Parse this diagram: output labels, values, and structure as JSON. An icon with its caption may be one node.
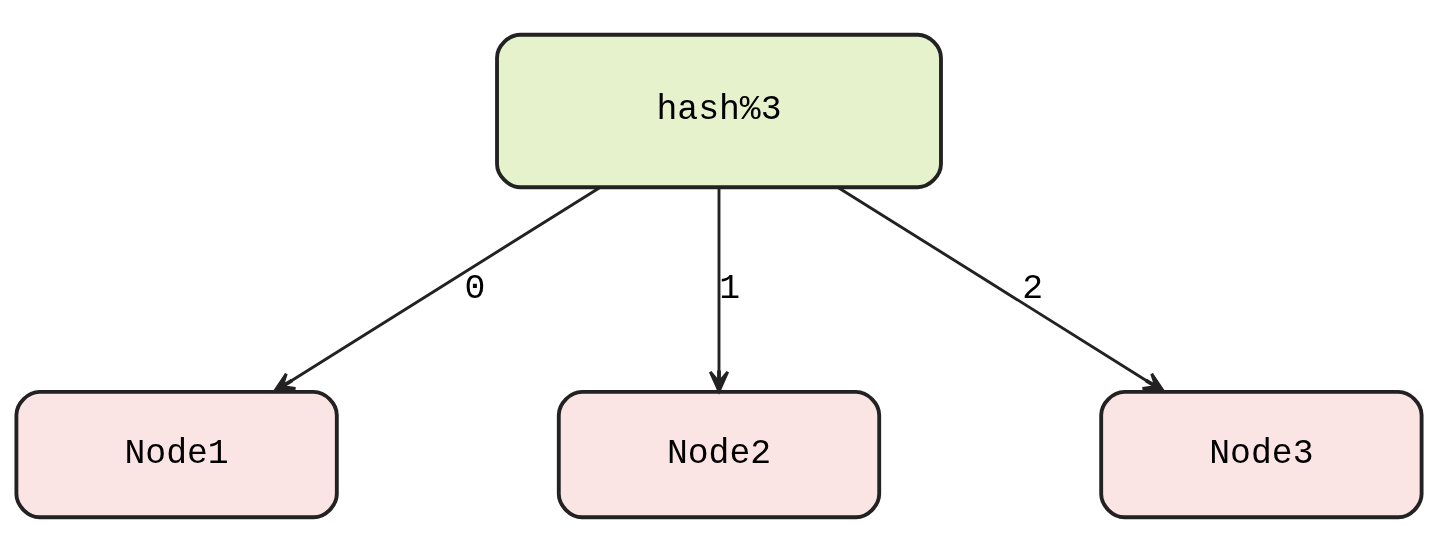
{
  "diagram": {
    "nodes": [
      {
        "text": [
          "hash%3"
        ]
      },
      {
        "text": [
          "Node1"
        ]
      },
      {
        "text": [
          "Node2"
        ]
      },
      {
        "text": [
          "Node3"
        ]
      }
    ],
    "edges": [
      {
        "from": 0,
        "to": 1,
        "arrow": "to",
        "label": "0"
      },
      {
        "from": 0,
        "to": 2,
        "arrow": "to",
        "label": "1"
      },
      {
        "from": 0,
        "to": 3,
        "arrow": "to",
        "label": "2"
      }
    ]
  }
}
